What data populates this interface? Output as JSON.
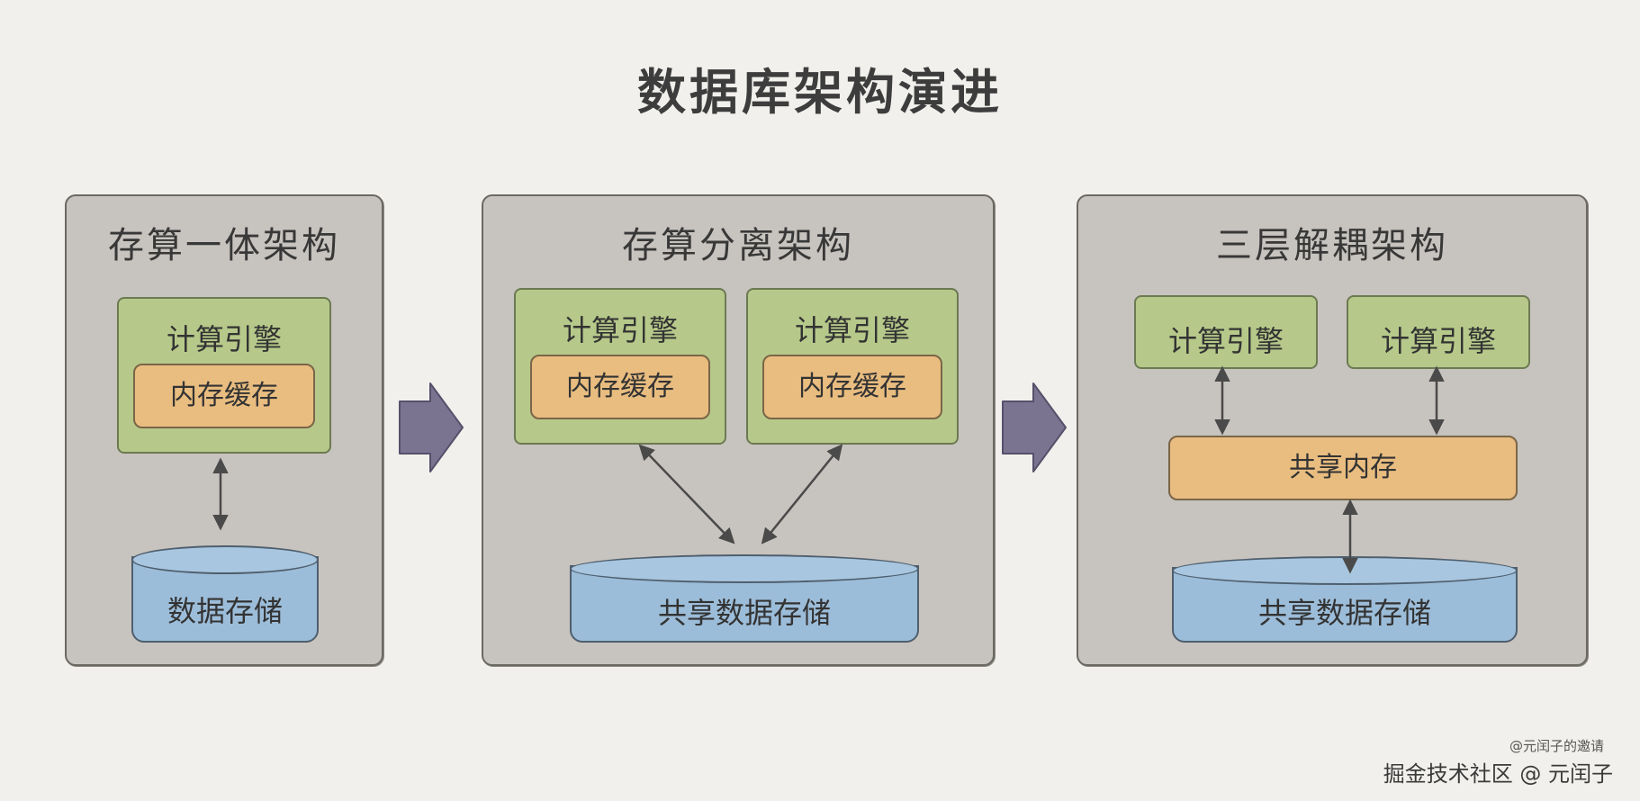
{
  "title": "数据库架构演进",
  "panels": [
    {
      "title": "存算一体架构",
      "engine": {
        "label": "计算引擎",
        "cache": "内存缓存"
      },
      "storage": "数据存储"
    },
    {
      "title": "存算分离架构",
      "engines": [
        {
          "label": "计算引擎",
          "cache": "内存缓存"
        },
        {
          "label": "计算引擎",
          "cache": "内存缓存"
        }
      ],
      "storage": "共享数据存储"
    },
    {
      "title": "三层解耦架构",
      "engines": [
        {
          "label": "计算引擎"
        },
        {
          "label": "计算引擎"
        }
      ],
      "shared_memory": "共享内存",
      "storage": "共享数据存储"
    }
  ],
  "colors": {
    "background": "#f1f0ec",
    "panel": "#c7c3be",
    "engine": "#b6c98a",
    "cache": "#e9bd80",
    "storage": "#9cbdd9",
    "flow_arrow": "#7b7491"
  },
  "footer": {
    "watermark": "@元闰子的邀请",
    "credit": "掘金技术社区 @ 元闰子"
  }
}
